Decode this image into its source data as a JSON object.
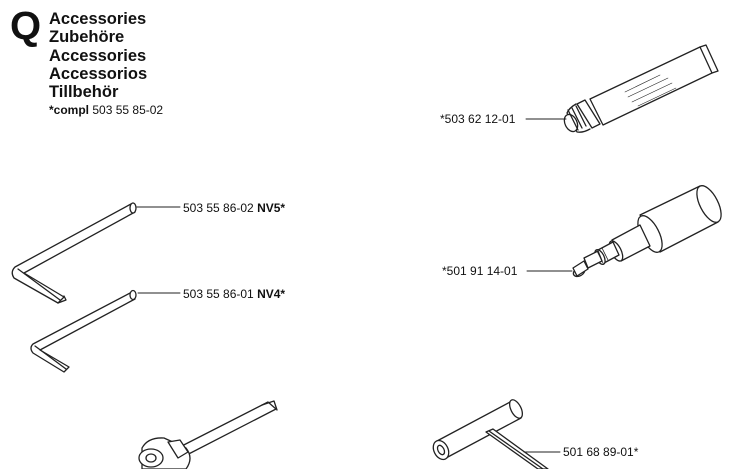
{
  "section": {
    "letter": "Q"
  },
  "titles": [
    "Accessories",
    "Zubehöre",
    "Accessories",
    "Accessorios",
    "Tillbehör"
  ],
  "compl": {
    "prefix": "*compl",
    "number": "503 55 85-02"
  },
  "parts": {
    "tube": {
      "number": "*503 62 12-01"
    },
    "grease_gun": {
      "number": "*501 91 14-01"
    },
    "key_large": {
      "number": "503 55 86-02",
      "code": "NV5*"
    },
    "key_small": {
      "number": "503 55 86-01",
      "code": "NV4*"
    },
    "t_wrench": {
      "number": "501 68 89-01*"
    }
  }
}
